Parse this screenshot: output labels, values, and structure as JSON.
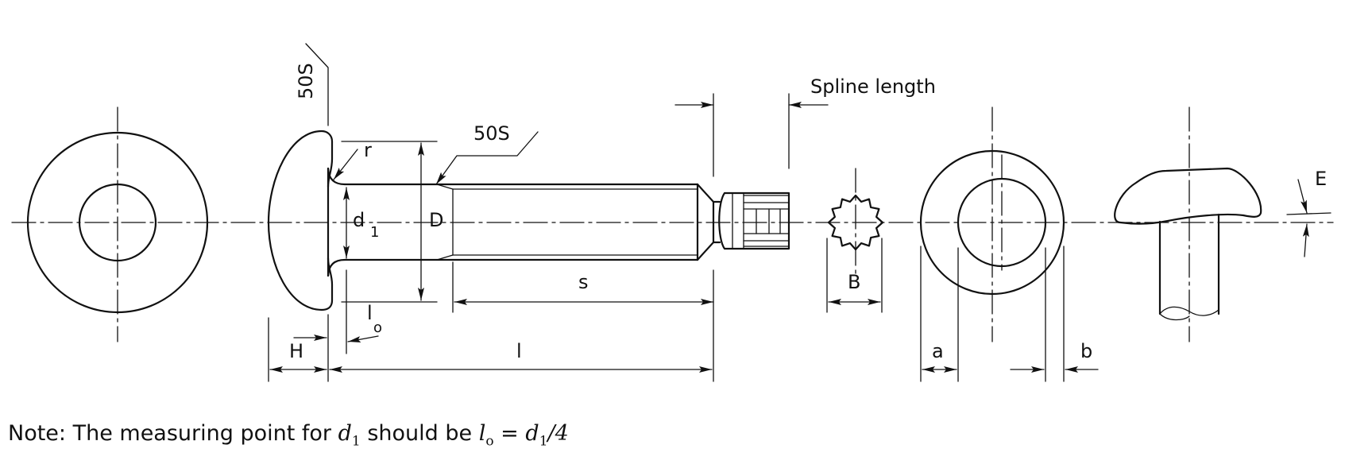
{
  "labels": {
    "surface_finish_vertical": "50S",
    "surface_finish_shank": "50S",
    "spline_length": "Spline length",
    "r": "r",
    "d1_letter": "d",
    "d1_sub": "1",
    "D": "D",
    "s": "s",
    "lo_letter": "l",
    "lo_sub": "o",
    "H": "H",
    "l": "l",
    "B": "B",
    "a": "a",
    "b": "b",
    "E": "E"
  },
  "note": {
    "prefix": "Note: The measuring point for ",
    "d_symbol": "d",
    "d_sub": "1",
    "middle": " should be ",
    "l_symbol": "l",
    "l_sub": "o",
    "equals": " = ",
    "d2_symbol": "d",
    "d2_sub": "1",
    "suffix": "/4"
  }
}
